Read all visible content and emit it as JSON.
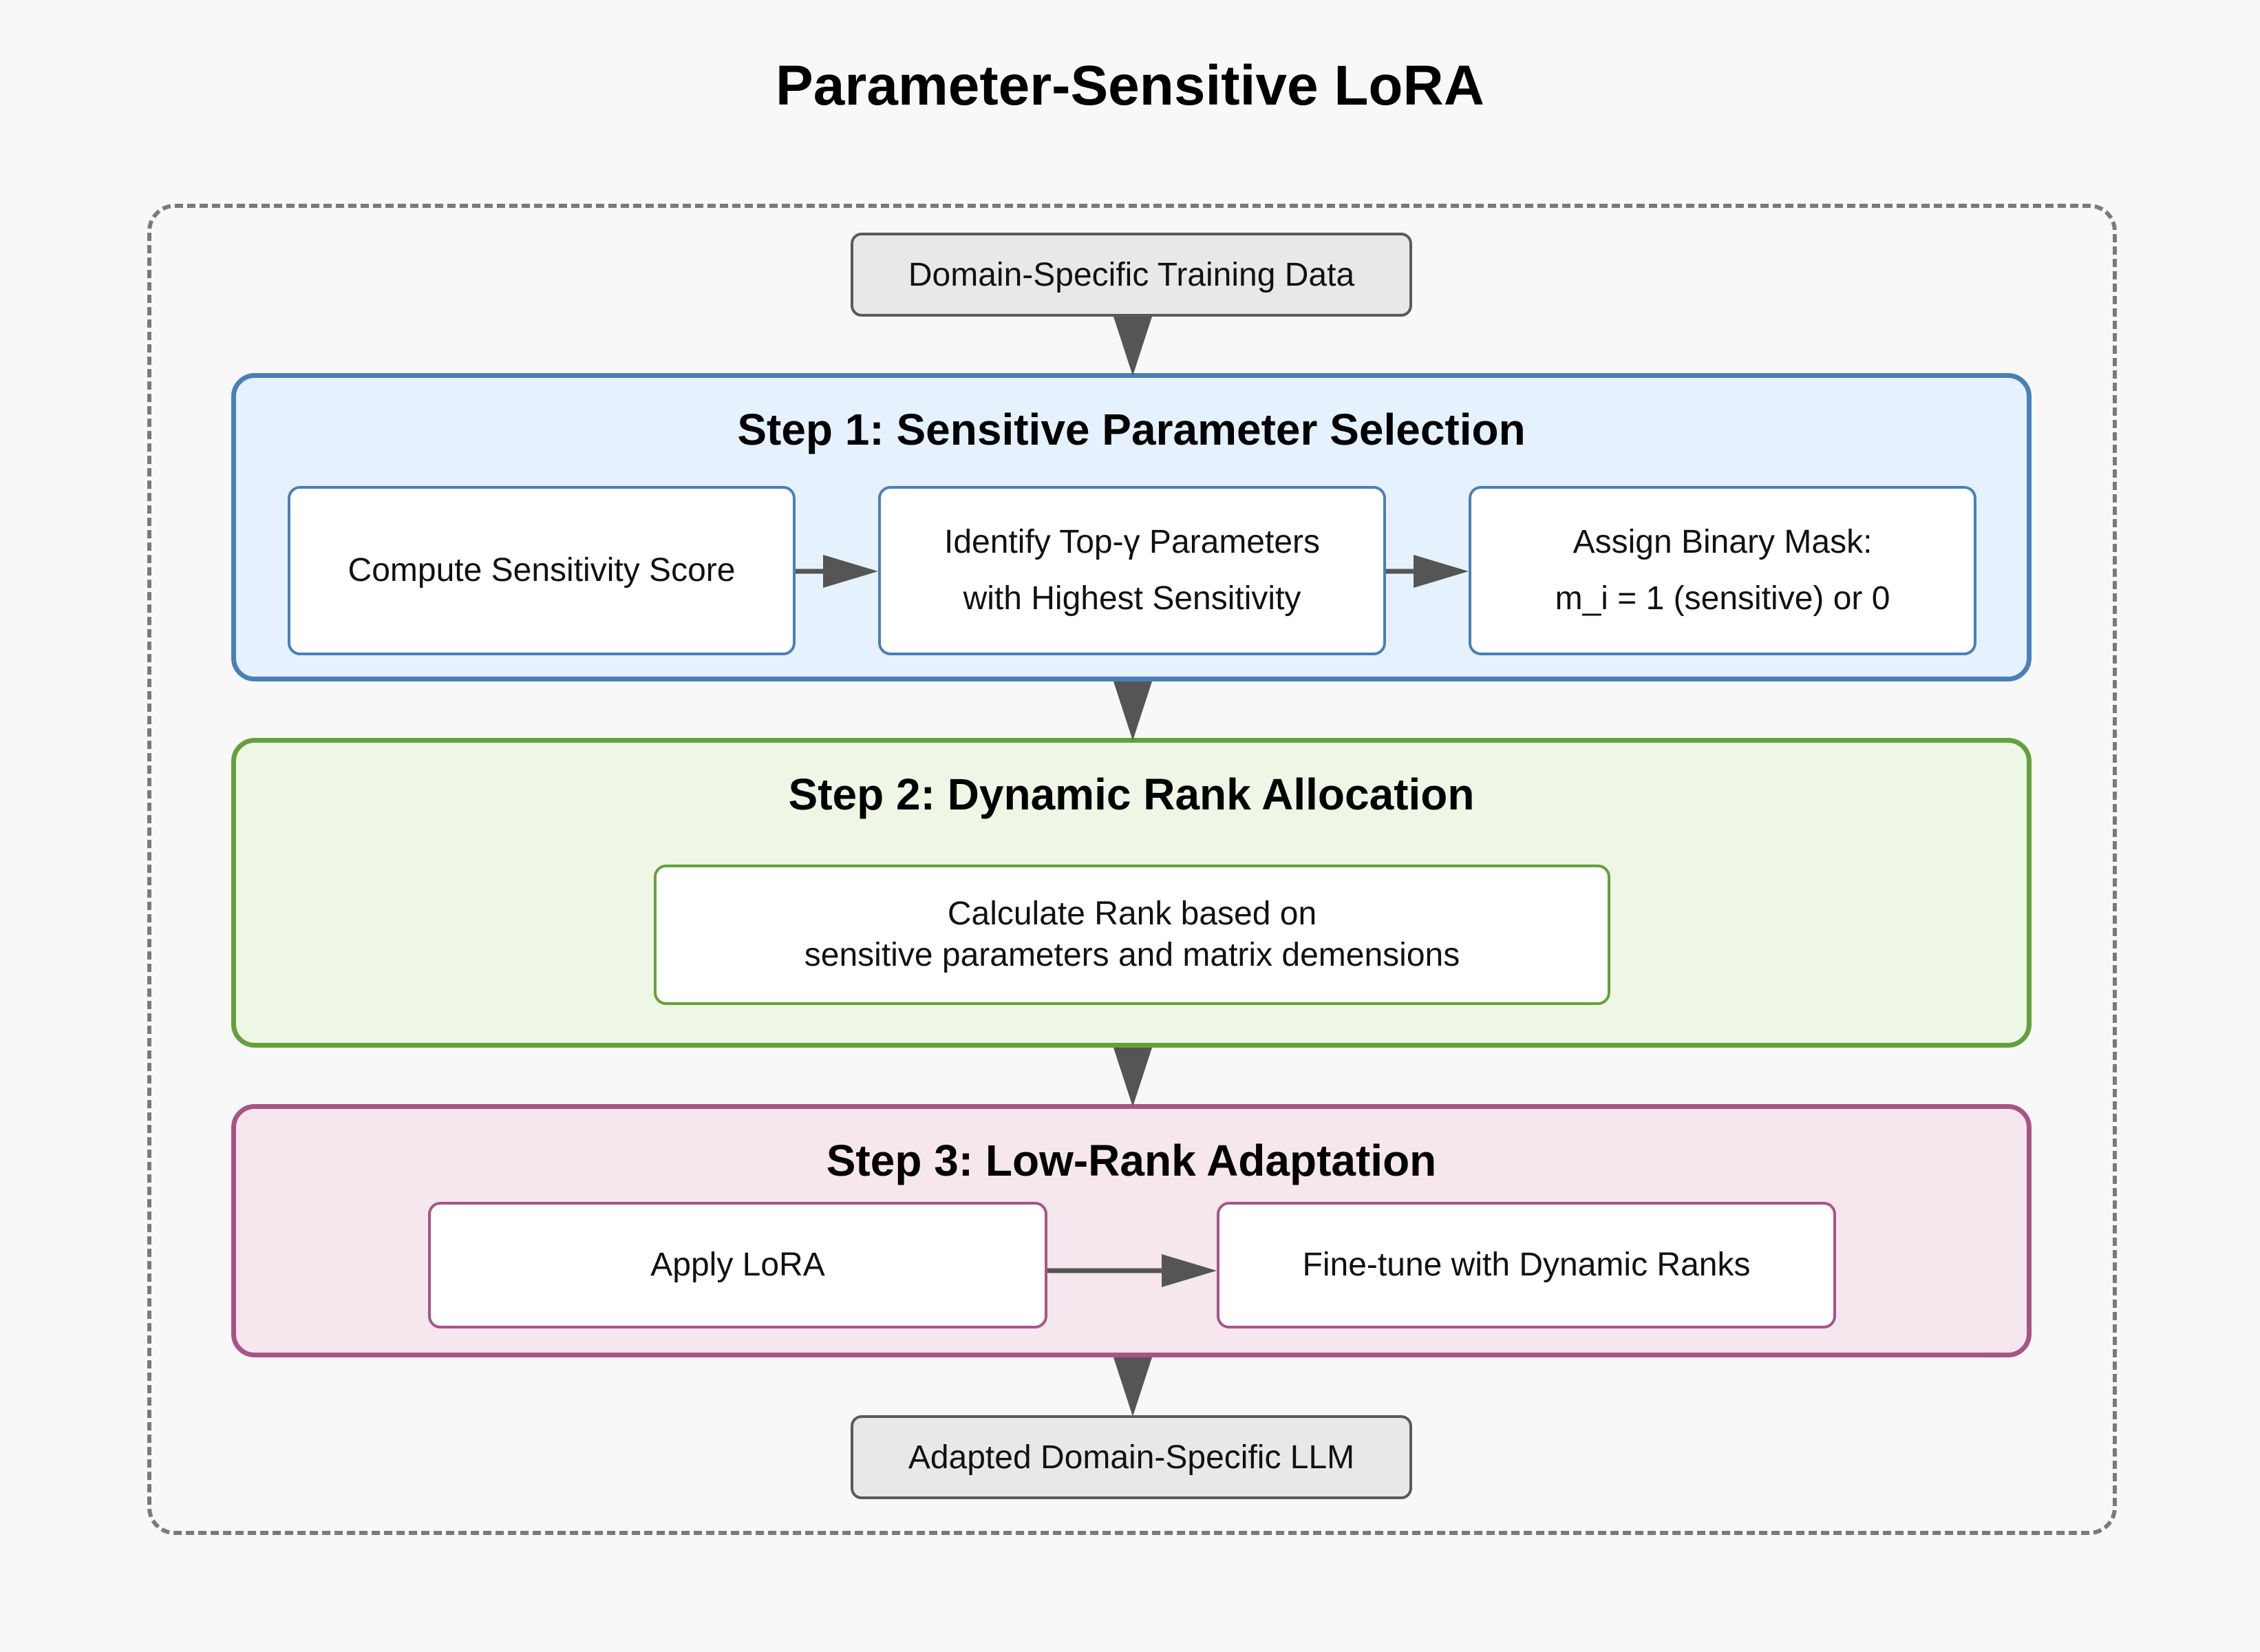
{
  "title": "Parameter-Sensitive LoRA",
  "input": "Domain-Specific Training Data",
  "output": "Adapted Domain-Specific LLM",
  "step1": {
    "title": "Step 1: Sensitive Parameter Selection",
    "box1": "Compute Sensitivity Score",
    "box2": [
      "Identify Top-γ Parameters",
      "with Highest Sensitivity"
    ],
    "box3": [
      "Assign Binary Mask:",
      "m_i = 1 (sensitive) or 0"
    ]
  },
  "step2": {
    "title": "Step 2: Dynamic Rank Allocation",
    "box1": [
      "Calculate Rank based on",
      "sensitive parameters and matrix demensions"
    ]
  },
  "step3": {
    "title": "Step 3: Low-Rank Adaptation",
    "box1": "Apply LoRA",
    "box2": "Fine-tune with Dynamic Ranks"
  },
  "colors": {
    "step1_fill": "#e5f1fc",
    "step1_border": "#4a7fb8",
    "step2_fill": "#eef6e6",
    "step2_border": "#64a03c",
    "step3_fill": "#f6e6ee",
    "step3_border": "#a65585",
    "arrow": "#555555"
  }
}
